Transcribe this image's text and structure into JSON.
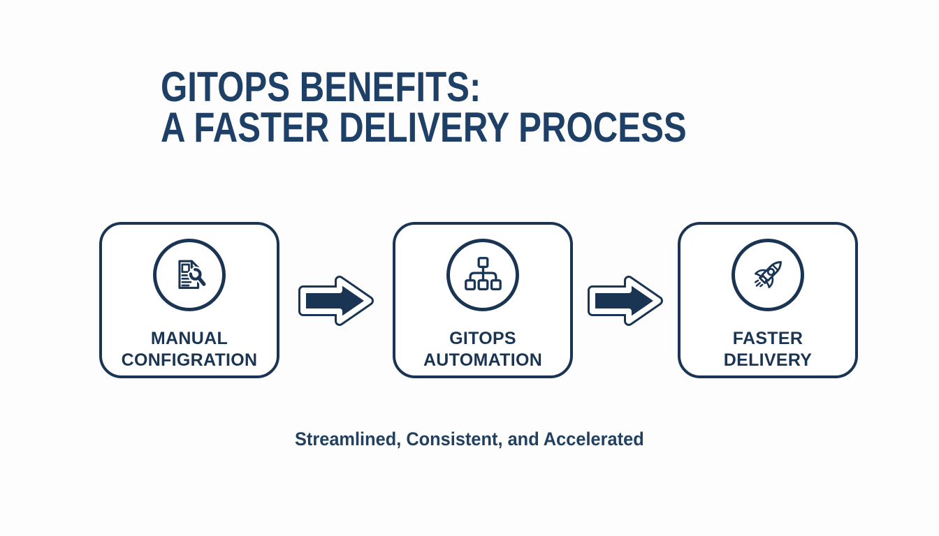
{
  "title": {
    "line1": "GITOPS BENEFITS:",
    "line2": "A FASTER DELIVERY PROCESS"
  },
  "steps": [
    {
      "icon": "document-wrench-icon",
      "label_line1": "MANUAL",
      "label_line2": "CONFIGRATION"
    },
    {
      "icon": "hierarchy-icon",
      "label_line1": "GITOPS",
      "label_line2": "AUTOMATION"
    },
    {
      "icon": "rocket-icon",
      "label_line1": "FASTER",
      "label_line2": "DELIVERY"
    }
  ],
  "arrows": [
    {
      "icon": "arrow-right-icon"
    },
    {
      "icon": "arrow-right-icon"
    }
  ],
  "tagline": {
    "text": "Streamlined, Consistent, and Accelerated"
  },
  "colors": {
    "navy": "#1a3553",
    "title_navy": "#1e4067",
    "tagline_navy": "#22405f",
    "background": "#fdfdfe",
    "card_background": "#ffffff"
  }
}
